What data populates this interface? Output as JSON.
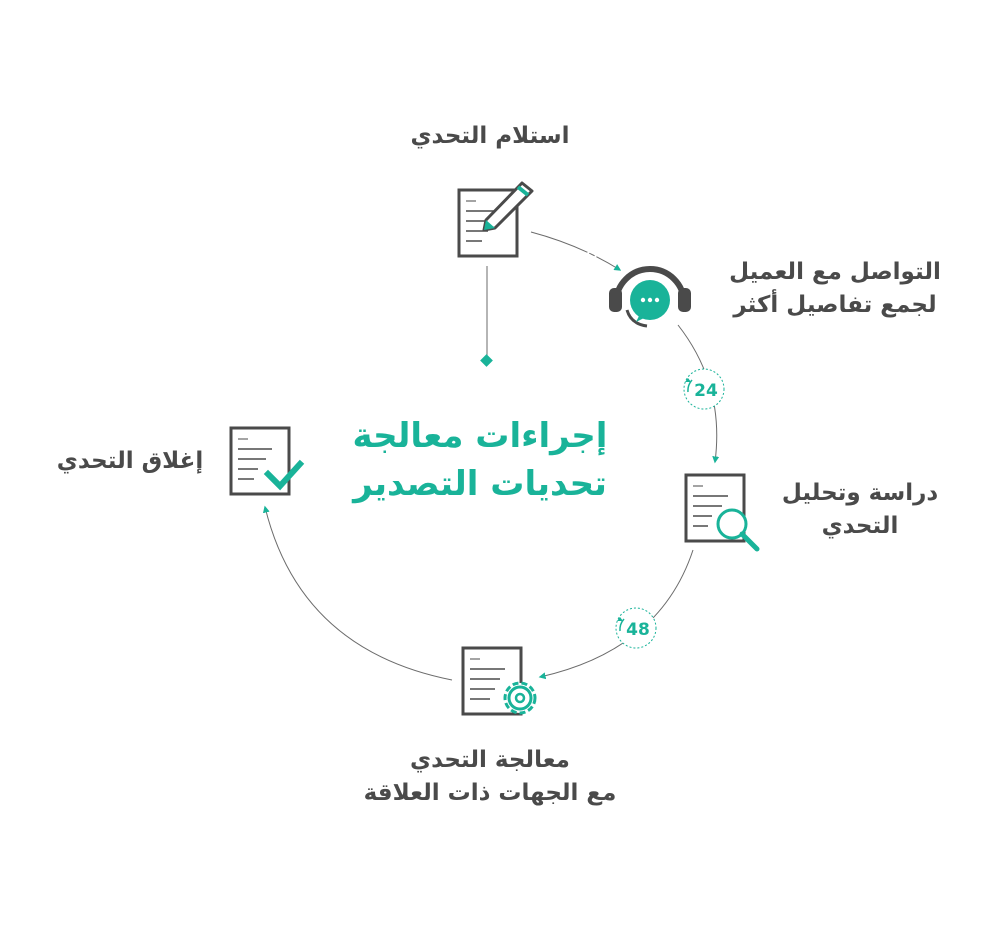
{
  "colors": {
    "accent": "#19b399",
    "icon": "#4a4a4a",
    "line": "#6b6b6b"
  },
  "center": {
    "title_line1": "إجراءات معالجة",
    "title_line2": "تحديات التصدير"
  },
  "steps": [
    {
      "icon": "document-pencil-icon",
      "line1": "استلام التحدي",
      "line2": ""
    },
    {
      "icon": "headset-chat-icon",
      "line1": "التواصل مع العميل",
      "line2": "لجمع تفاصيل أكثر"
    },
    {
      "icon": "document-magnifier-icon",
      "line1": "دراسة وتحليل",
      "line2": "التحدي"
    },
    {
      "icon": "document-gear-icon",
      "line1": "معالجة التحدي",
      "line2": "مع الجهات ذات العلاقة"
    },
    {
      "icon": "document-check-icon",
      "line1": "إغلاق التحدي",
      "line2": ""
    }
  ],
  "timers": [
    {
      "icon": "timer-icon",
      "value": "24"
    },
    {
      "icon": "timer-icon",
      "value": "48"
    }
  ]
}
